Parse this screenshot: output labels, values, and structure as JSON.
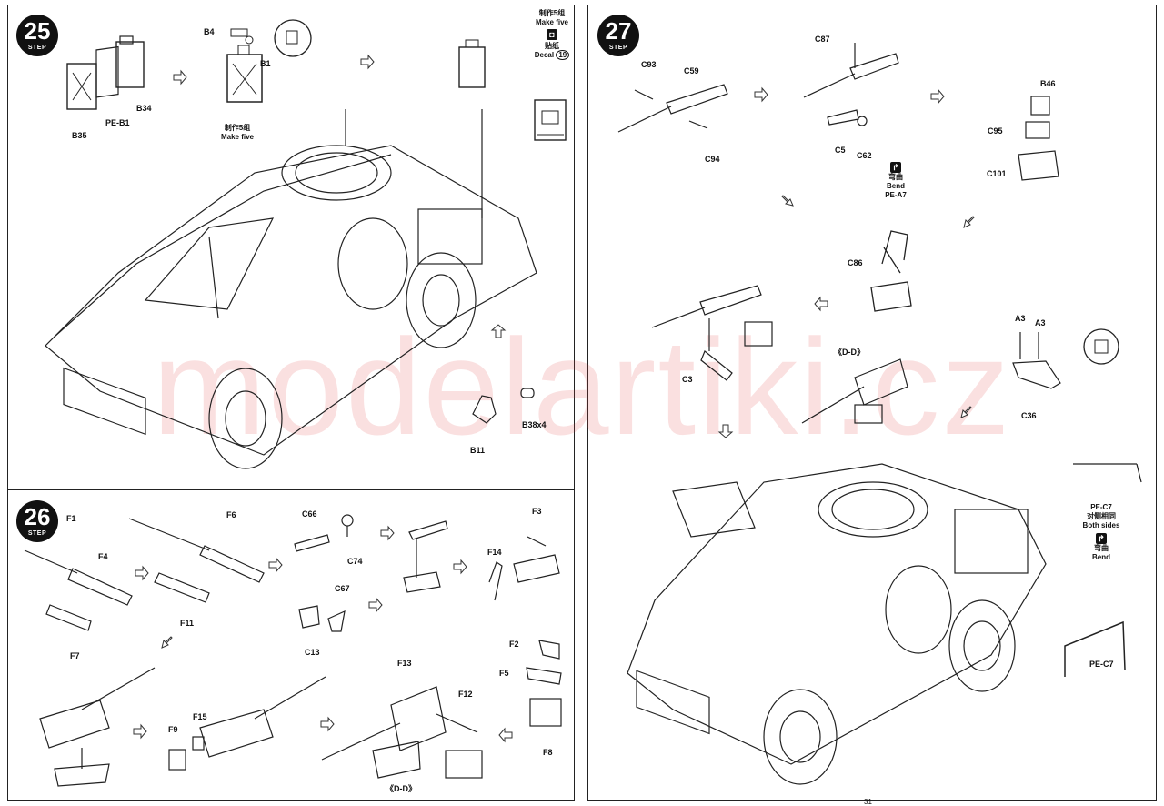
{
  "watermark": "modelartiki.cz",
  "page_number": "31",
  "steps": {
    "s25": {
      "number": "25",
      "step_word": "STEP",
      "make_five_cn": "制作5组",
      "make_five_en": "Make five",
      "make_five_cn_2": "制作5组",
      "make_five_en_2": "Make five",
      "decal_cn": "贴纸",
      "decal_en": "Decal",
      "decal_number": "19",
      "parts": {
        "b4": "B4",
        "b1": "B1",
        "b35": "B35",
        "pe_b1": "PE-B1",
        "b34": "B34",
        "b11": "B11",
        "b38x4": "B38x4"
      }
    },
    "s26": {
      "number": "26",
      "step_word": "STEP",
      "view_label": "《D-D》",
      "parts": {
        "f1": "F1",
        "f4": "F4",
        "f7": "F7",
        "f6": "F6",
        "f11": "F11",
        "c66": "C66",
        "c74": "C74",
        "c67": "C67",
        "c13": "C13",
        "f3": "F3",
        "f14": "F14",
        "f2": "F2",
        "f5": "F5",
        "f8": "F8",
        "f9": "F9",
        "f15": "F15",
        "f13": "F13",
        "f12": "F12"
      }
    },
    "s27": {
      "number": "27",
      "step_word": "STEP",
      "view_label": "《D-D》",
      "bend_cn": "弯曲",
      "bend_en": "Bend",
      "pe_a7": "PE-A7",
      "both_sides_cn": "对侧相同",
      "both_sides_en": "Both sides",
      "bend_cn_2": "弯曲",
      "bend_en_2": "Bend",
      "parts": {
        "c87": "C87",
        "c93": "C93",
        "c59": "C59",
        "c94": "C94",
        "c5": "C5",
        "c62": "C62",
        "b46": "B46",
        "c95": "C95",
        "c101": "C101",
        "c86": "C86",
        "c3": "C3",
        "a3_left": "A3",
        "a3_right": "A3",
        "c36": "C36",
        "pe_c7_top": "PE-C7",
        "pe_c7_bottom": "PE-C7"
      }
    }
  }
}
